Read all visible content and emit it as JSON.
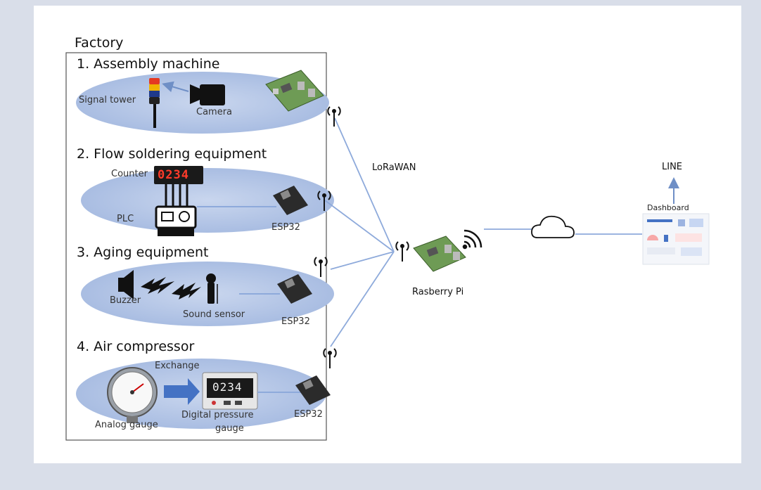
{
  "factory_label": "Factory",
  "sections": [
    {
      "title": "1. Assembly machine"
    },
    {
      "title": "2. Flow soldering equipment"
    },
    {
      "title": "3. Aging equipment"
    },
    {
      "title": "4. Air compressor"
    }
  ],
  "labels": {
    "signal_tower": "Signal tower",
    "camera": "Camera",
    "counter": "Counter",
    "counter_display": "0234",
    "plc": "PLC",
    "esp32_2": "ESP32",
    "buzzer": "Buzzer",
    "sound_sensor": "Sound sensor",
    "esp32_3": "ESP32",
    "exchange": "Exchange",
    "analog_gauge": "Analog gauge",
    "digital_gauge_line1": "Digital pressure",
    "digital_gauge_line2": "gauge",
    "digital_display": "0234",
    "esp32_4": "ESP32",
    "lorawan": "LoRaWAN",
    "raspberry_pi": "Rasberry Pi",
    "line": "LINE",
    "dashboard": "Dashboard"
  },
  "colors": {
    "ellipse_fill": "#b4c6e7",
    "link_line": "#8eaadb",
    "arrow": "#6f8fc6"
  }
}
